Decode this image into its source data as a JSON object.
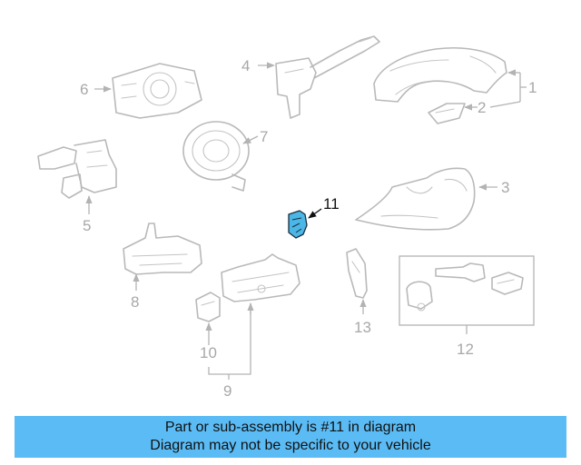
{
  "diagram": {
    "callouts": {
      "c1": "1",
      "c2": "2",
      "c3": "3",
      "c4": "4",
      "c5": "5",
      "c6": "6",
      "c7": "7",
      "c8": "8",
      "c9": "9",
      "c10": "10",
      "c11": "11",
      "c12": "12",
      "c13": "13"
    },
    "highlighted_part": "11",
    "colors": {
      "highlight_fill": "#4cb6e6",
      "line_art": "#b9b9b9",
      "banner": "#5bbcf5"
    }
  },
  "banner": {
    "line1": "Part or sub-assembly is #11 in diagram",
    "line2": "Diagram may not be specific to your vehicle"
  }
}
